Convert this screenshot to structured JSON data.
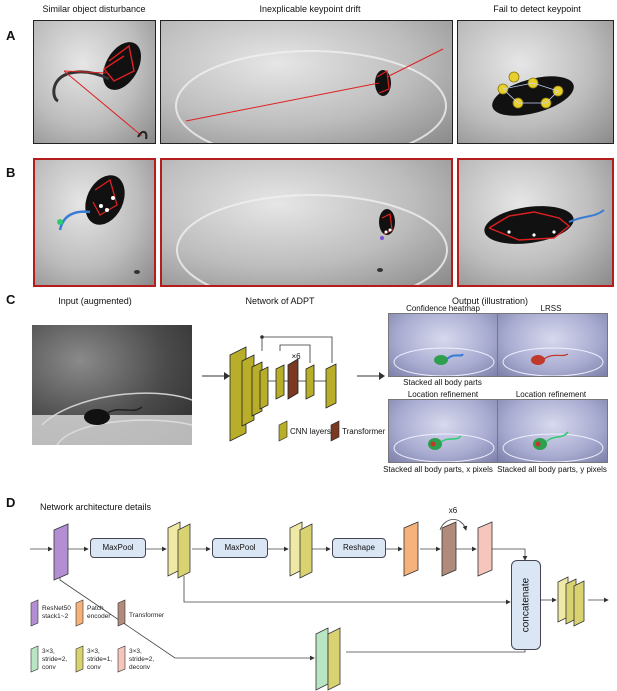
{
  "panels": {
    "a": "A",
    "b": "B",
    "c": "C",
    "d": "D"
  },
  "row_a": {
    "titles": [
      "Similar object disturbance",
      "Inexplicable keypoint drift",
      "Fail to detect keypoint"
    ]
  },
  "row_c": {
    "input_title": "Input (augmented)",
    "network_title": "Network of ADPT",
    "output_title": "Output (illustration)",
    "repeat_label": "×6",
    "legend_cnn": "CNN layers",
    "legend_transformer": "Transformer",
    "thumb_titles": [
      "Confidence heatmap",
      "LRSS",
      "Location refinement",
      "Location refinement"
    ],
    "thumb_captions": [
      "Stacked all body parts",
      "Stacked all body parts, x pixels",
      "Stacked all body parts, y pixels"
    ]
  },
  "row_d": {
    "title": "Network architecture details",
    "maxpool1": "MaxPool",
    "maxpool2": "MaxPool",
    "reshape": "Reshape",
    "repeat_label": "x6",
    "concat": "concatenate",
    "legend": [
      {
        "line1": "ResNet50",
        "line2": "stack1~2",
        "line3": ""
      },
      {
        "line1": "Patch",
        "line2": "encoder",
        "line3": ""
      },
      {
        "line1": "Transformer",
        "line2": "",
        "line3": ""
      },
      {
        "line1": "3×3,",
        "line2": "stride=2,",
        "line3": "conv"
      },
      {
        "line1": "3×3,",
        "line2": "stride=1,",
        "line3": "conv"
      },
      {
        "line1": "3×3,",
        "line2": "stride=2,",
        "line3": "deconv"
      }
    ]
  },
  "colors": {
    "olive": "#b8ae2a",
    "brown": "#7a3a22",
    "purple": "#b48ed2",
    "orange": "#f5b27a",
    "tan": "#b08a7a",
    "pink": "#f6c6bc",
    "green": "#b9e6c2",
    "yellow_pale": "#eeeaa6",
    "frame_red": "#b51c1c"
  }
}
